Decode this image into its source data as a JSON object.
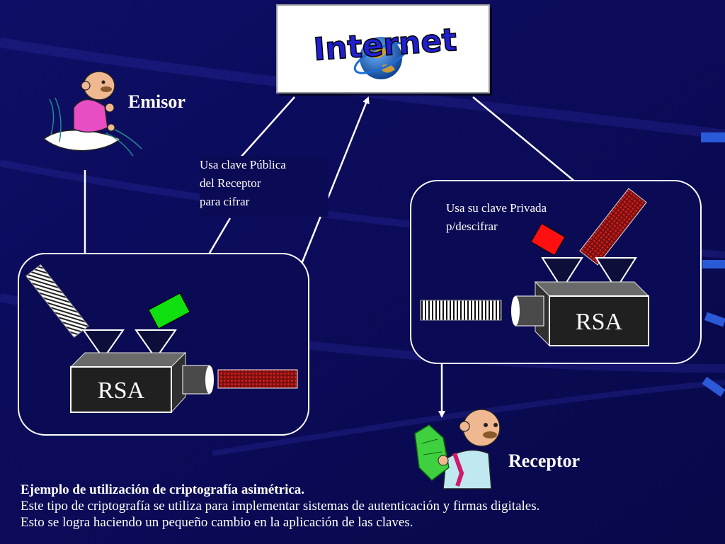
{
  "internet_banner": {
    "label": "Internet"
  },
  "emisor": {
    "label": "Emisor"
  },
  "receptor": {
    "label": "Receptor"
  },
  "note_public": {
    "line1": "Usa clave Pública",
    "line2": "del Receptor",
    "line3": "para cifrar"
  },
  "note_private": {
    "line1": "Usa su clave Privada",
    "line2": "p/descifrar"
  },
  "rsa_left": {
    "label": "RSA"
  },
  "rsa_right": {
    "label": "RSA"
  },
  "caption": {
    "line1": "Ejemplo de utilización de criptografía asimétrica.",
    "line2": "Este tipo de criptografía se utiliza para implementar sistemas de autenticación y firmas digitales.",
    "line3": "Esto se logra haciendo un pequeño cambio en la aplicación de las claves."
  },
  "colors": {
    "background": "#0b0b55",
    "public_key": "#10e010",
    "private_key": "#ff1010",
    "ciphertext": "#8b1a1a"
  }
}
